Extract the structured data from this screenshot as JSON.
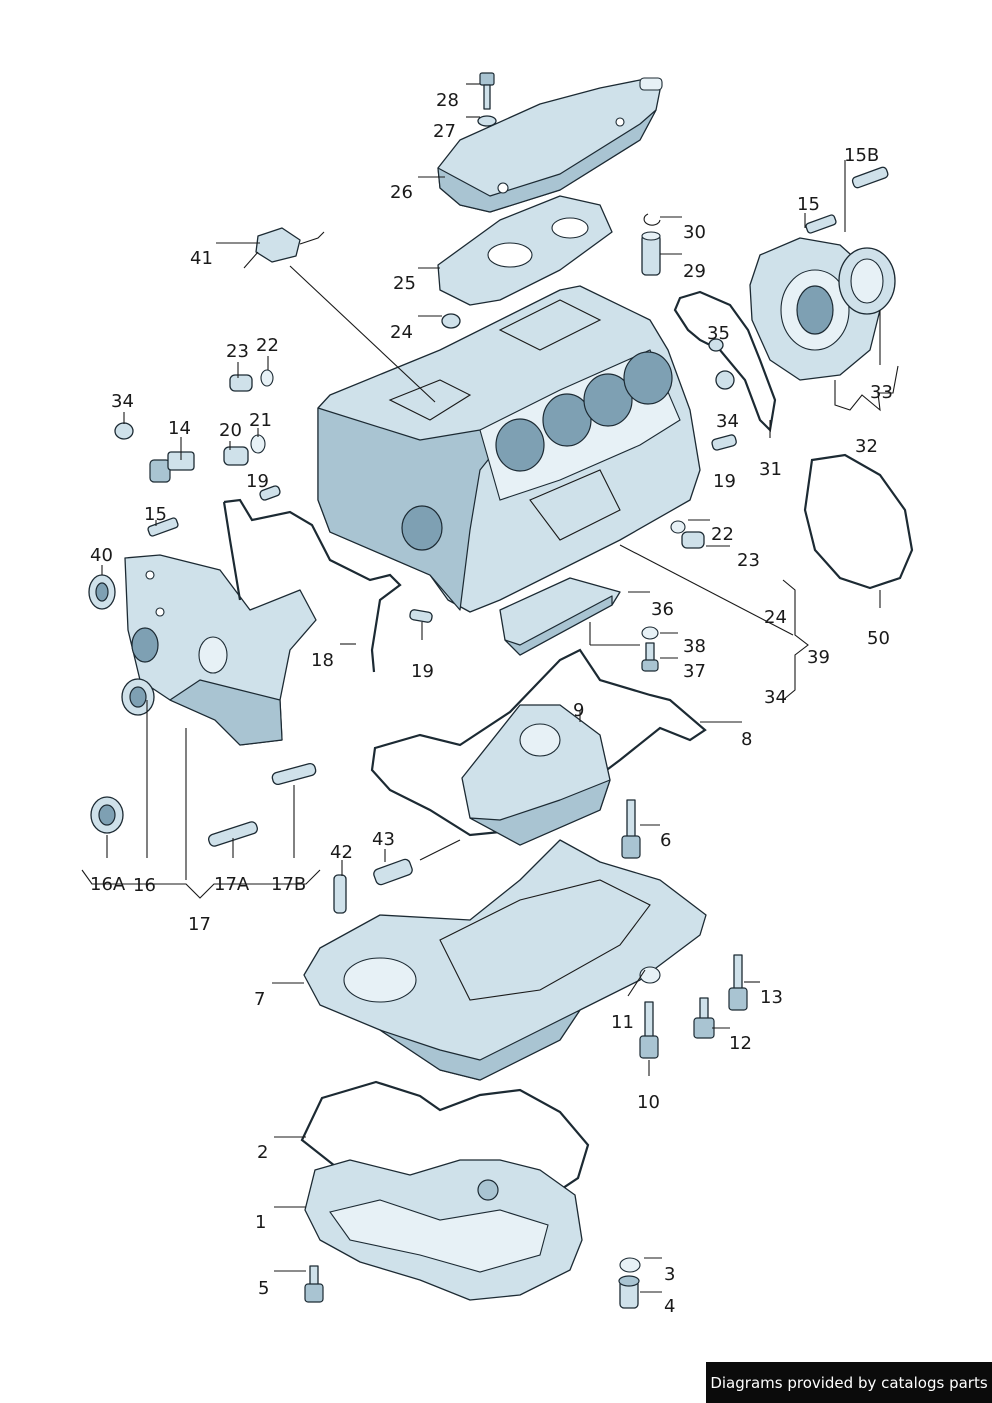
{
  "callouts": {
    "c28": "28",
    "c27": "27",
    "c26": "26",
    "c30": "30",
    "c29": "29",
    "c15B": "15B",
    "c15a": "15",
    "c41": "41",
    "c25": "25",
    "c24a": "24",
    "c35": "35",
    "c23a": "23",
    "c22a": "22",
    "c34a": "34",
    "c14": "14",
    "c20": "20",
    "c21": "21",
    "c19a": "19",
    "c34b": "34",
    "c19b": "19",
    "c33": "33",
    "c32": "32",
    "c31": "31",
    "c15b": "15",
    "c22b": "22",
    "c23b": "23",
    "c40": "40",
    "c24b": "24",
    "c36": "36",
    "c38": "38",
    "c39": "39",
    "c50": "50",
    "c18": "18",
    "c19c": "19",
    "c37": "37",
    "c34c": "34",
    "c9": "9",
    "c8": "8",
    "c6": "6",
    "c43": "43",
    "c42": "42",
    "c16A": "16A",
    "c16": "16",
    "c17A": "17A",
    "c17B": "17B",
    "c17": "17",
    "c7": "7",
    "c13": "13",
    "c11": "11",
    "c12": "12",
    "c10": "10",
    "c2": "2",
    "c1": "1",
    "c3": "3",
    "c4": "4",
    "c5": "5"
  },
  "footer": {
    "credit": "Diagrams provided by catalogs parts"
  },
  "colors": {
    "part_fill": "#cfe1ea",
    "part_shadow": "#a9c4d2",
    "outline": "#1c2a33",
    "footer_bg": "#0b0b0b"
  }
}
